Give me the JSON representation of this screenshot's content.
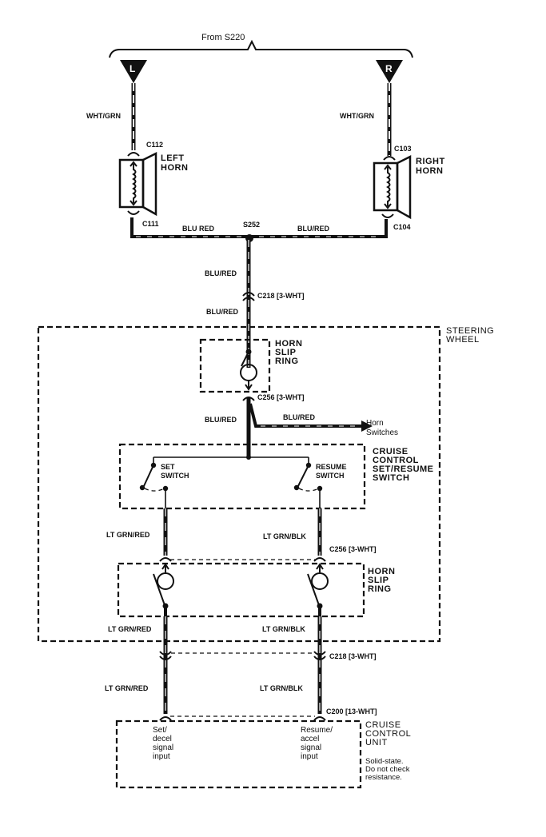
{
  "source": {
    "label": "From S220"
  },
  "fuse_tags": {
    "left": "L",
    "right": "R"
  },
  "left_horn": {
    "wire_in": "WHT/GRN",
    "connector_top": "C112",
    "connector_bottom": "C111",
    "name_line1": "LEFT",
    "name_line2": "HORN"
  },
  "right_horn": {
    "wire_in": "WHT/GRN",
    "connector_top": "C103",
    "connector_bottom": "C104",
    "name_line1": "RIGHT",
    "name_line2": "HORN"
  },
  "ground_bus": {
    "left_wire": "BLU RED",
    "right_wire": "BLU/RED",
    "splice": "S252"
  },
  "trunk": {
    "wire_upper": "BLU/RED",
    "connector": "C218 [3-WHT]",
    "wire_lower": "BLU/RED"
  },
  "steering_wheel": {
    "line1": "STEERING",
    "line2": "WHEEL"
  },
  "horn_slip_ring_1": {
    "line1": "HORN",
    "line2": "SLIP",
    "line3": "RING",
    "connector": "C256 [3-WHT]"
  },
  "branch": {
    "wire_left": "BLU/RED",
    "wire_right": "BLU/RED",
    "dest_line1": "Horn",
    "dest_line2": "Switches"
  },
  "cruise_switch": {
    "line1": "CRUISE",
    "line2": "CONTROL",
    "line3": "SET/RESUME",
    "line4": "SWITCH",
    "set_line1": "SET",
    "set_line2": "SWITCH",
    "resume_line1": "RESUME",
    "resume_line2": "SWITCH"
  },
  "mid_wires": {
    "left": "LT GRN/RED",
    "right": "LT GRN/BLK",
    "connector": "C256 [3-WHT]"
  },
  "horn_slip_ring_2": {
    "line1": "HORN",
    "line2": "SLIP",
    "line3": "RING"
  },
  "low_wires": {
    "left_upper": "LT GRN/RED",
    "right_upper": "LT GRN/BLK",
    "connector": "C218 [3-WHT]",
    "left_lower": "LT GRN/RED",
    "right_lower": "LT GRN/BLK",
    "unit_connector": "C200 [13-WHT]"
  },
  "cruise_unit": {
    "line1": "CRUISE",
    "line2": "CONTROL",
    "line3": "UNIT",
    "note_line1": "Solid-state.",
    "note_line2": "Do not check",
    "note_line3": "resistance.",
    "set_input": [
      "Set/",
      "decel",
      "signal",
      "input"
    ],
    "resume_input": [
      "Resume/",
      "accel",
      "signal",
      "input"
    ]
  }
}
